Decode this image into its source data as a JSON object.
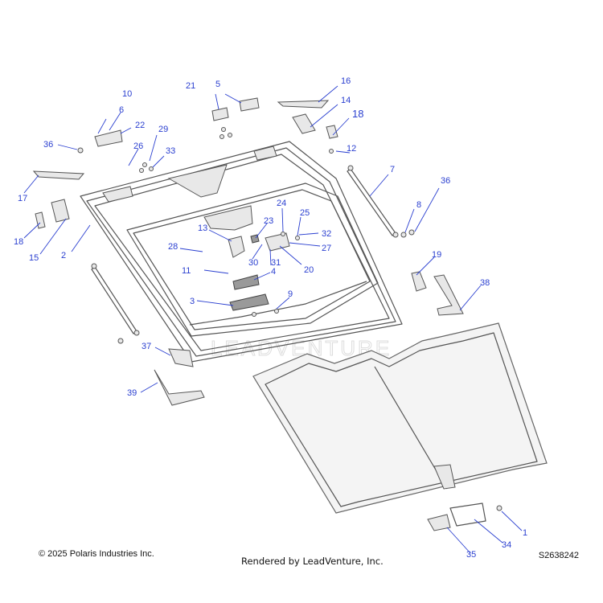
{
  "footer": {
    "copyright": "© 2025 Polaris Industries Inc.",
    "rendered_by": "Rendered by LeadVenture, Inc.",
    "diagram_id": "S2638242"
  },
  "watermark": "LEADVENTURE",
  "callouts": {
    "c1": "1",
    "c2": "2",
    "c3": "3",
    "c4": "4",
    "c5": "5",
    "c6": "6",
    "c7": "7",
    "c8": "8",
    "c9": "9",
    "c10": "10",
    "c11": "11",
    "c12": "12",
    "c13": "13",
    "c14": "14",
    "c15": "15",
    "c16": "16",
    "c17": "17",
    "c18a": "18",
    "c18b": "18",
    "c19": "19",
    "c20": "20",
    "c21": "21",
    "c22": "22",
    "c23": "23",
    "c24": "24",
    "c25": "25",
    "c26": "26",
    "c27": "27",
    "c28": "28",
    "c29": "29",
    "c30": "30",
    "c31": "31",
    "c32": "32",
    "c33": "33",
    "c34": "34",
    "c35": "35",
    "c36a": "36",
    "c36b": "36",
    "c37": "37",
    "c38": "38",
    "c39": "39"
  },
  "colors": {
    "callout": "#2a3fd0",
    "part_stroke": "#555555"
  }
}
